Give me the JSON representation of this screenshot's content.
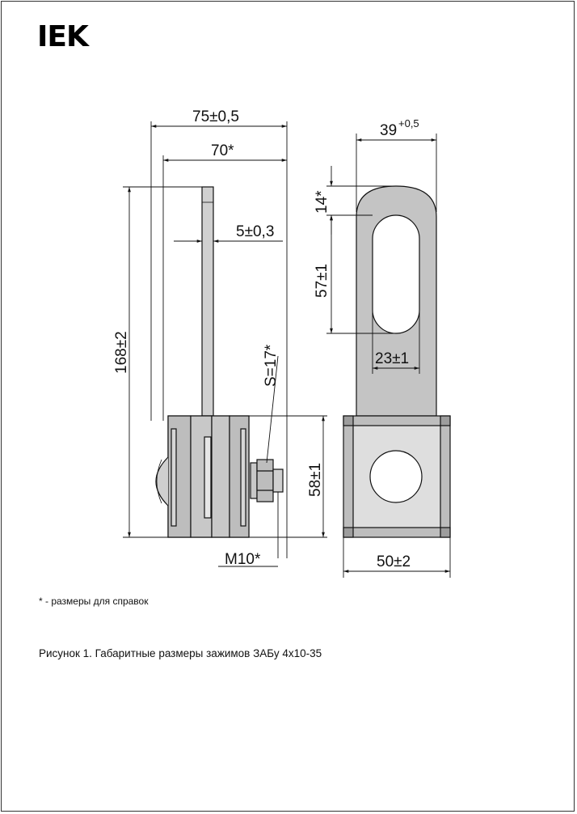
{
  "brand": {
    "logo": "IEK"
  },
  "dimensions": {
    "overall_width": "75±0,5",
    "rod_width": "70*",
    "rod_thickness": "5±0,3",
    "total_height": "168±2",
    "wrench_size": "S=17*",
    "body_height": "58±1",
    "bolt": "M10*",
    "top_width": "39",
    "top_width_tol": "+0,5",
    "top_offset": "14*",
    "slot_length": "57±1",
    "slot_width": "23±1",
    "body_width": "50±2"
  },
  "note": "* - размеры для справок",
  "caption": "Рисунок 1. Габаритные размеры зажимов ЗАБу 4х10-35"
}
